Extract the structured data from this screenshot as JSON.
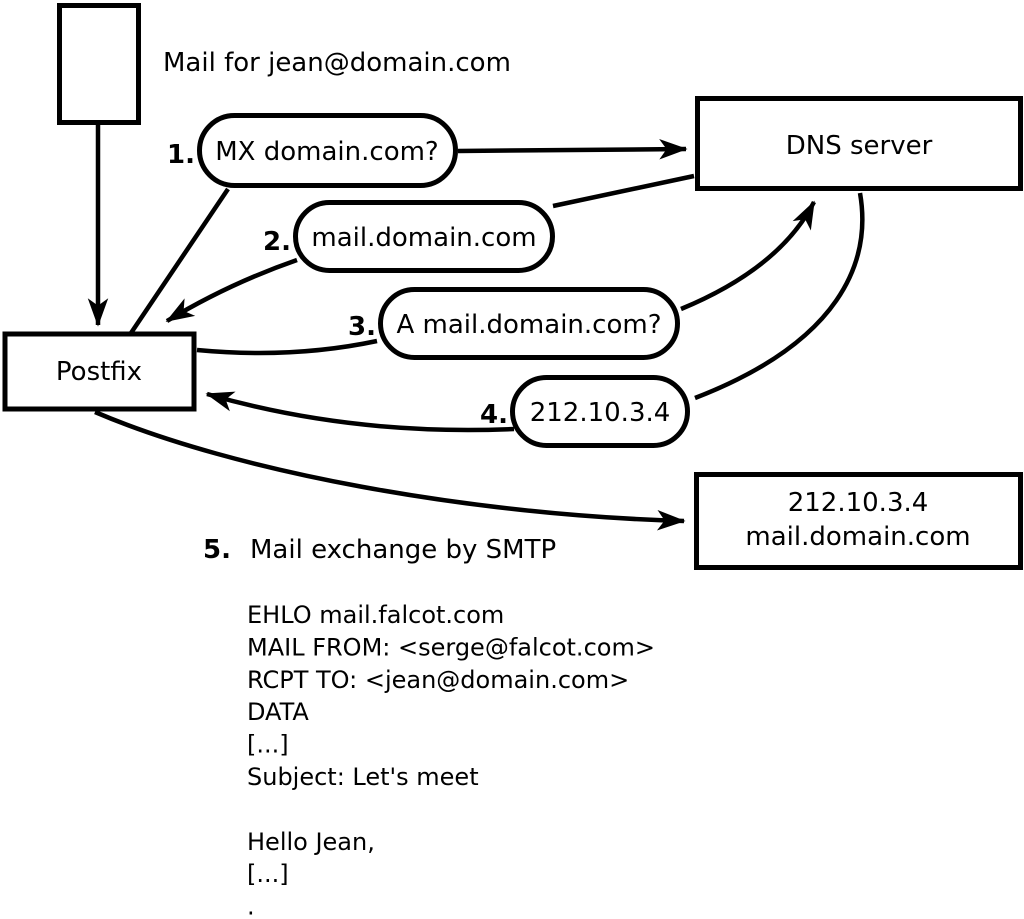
{
  "title": "Mail for jean@domain.com",
  "nodes": {
    "postfix": {
      "label": "Postfix"
    },
    "dns": {
      "label": "DNS server"
    },
    "mail_server": {
      "line1": "212.10.3.4",
      "line2": "mail.domain.com"
    }
  },
  "steps": [
    {
      "num": "1.",
      "label": "MX domain.com?"
    },
    {
      "num": "2.",
      "label": "mail.domain.com"
    },
    {
      "num": "3.",
      "label": "A mail.domain.com?"
    },
    {
      "num": "4.",
      "label": "212.10.3.4"
    },
    {
      "num": "5.",
      "label": "Mail exchange by SMTP"
    }
  ],
  "smtp_session": {
    "lines": [
      "EHLO mail.falcot.com",
      "MAIL FROM: <serge@falcot.com>",
      "RCPT TO: <jean@domain.com>",
      "DATA",
      "[...]",
      "Subject: Let's meet",
      "",
      "Hello Jean,",
      "[...]",
      "."
    ]
  },
  "colors": {
    "ink": "#000000",
    "paper": "#ffffff"
  }
}
